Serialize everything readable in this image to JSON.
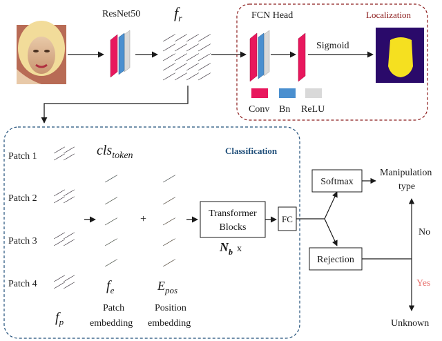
{
  "top": {
    "backbone_label": "ResNet50",
    "feature_label": "f_r",
    "feature_main": "f",
    "feature_sub": "r",
    "head_label": "FCN Head",
    "sigmoid_label": "Sigmoid",
    "localization_label": "Localization",
    "legend": [
      {
        "label": "Conv",
        "color": "#e8175d"
      },
      {
        "label": "Bn",
        "color": "#4a8fcf"
      },
      {
        "label": "ReLU",
        "color": "#d9d9d9"
      }
    ]
  },
  "classification": {
    "title": "Classification",
    "title_color": "#1f4e79",
    "patches": [
      "Patch 1",
      "Patch 2",
      "Patch 3",
      "Patch 4"
    ],
    "cls_token_main": "cls",
    "cls_token_sub": "token",
    "fp_main": "f",
    "fp_sub": "p",
    "fe_main": "f",
    "fe_sub": "e",
    "epos_main": "E",
    "epos_sub": "pos",
    "plus": "+",
    "patch_embedding_line1": "Patch",
    "patch_embedding_line2": "embedding",
    "position_embedding_line1": "Position",
    "position_embedding_line2": "embedding",
    "transformer_line1": "Transformer",
    "transformer_line2": "Blocks",
    "nb_main": "N",
    "nb_sub": "b",
    "nb_times": "x",
    "fc_label": "FC"
  },
  "output": {
    "softmax_label": "Softmax",
    "rejection_label": "Rejection",
    "manipulation_line1": "Manipulation",
    "manipulation_line2": "type",
    "no_label": "No",
    "yes_label": "Yes",
    "yes_color": "#e8736f",
    "unknown_label": "Unknown"
  },
  "colors": {
    "feature_purple": "#7a3f8f",
    "cls_teal": "#2b8f8f",
    "cls_light": "#9fd3d6",
    "embed_green": "#8fd17a",
    "pos_orange": "#e08a1e",
    "top_box_border": "#8b1a1a",
    "class_box_border": "#1f4e79",
    "mask_bg": "#2a0a6a",
    "mask_fg": "#f5e020"
  }
}
